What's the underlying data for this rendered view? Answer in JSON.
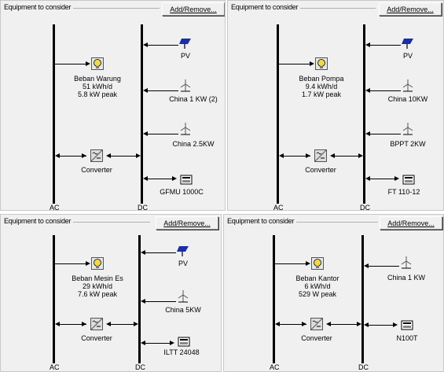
{
  "panels": [
    {
      "title": "Equipment to consider",
      "button": "Add/Remove...",
      "load": {
        "name": "Beban Warung",
        "energy": "51 kWh/d",
        "peak": "5.8 kW peak"
      },
      "pv": "PV",
      "turbines": [
        "China 1 KW (2)",
        "China 2.5KW"
      ],
      "converter": "Converter",
      "battery": "GFMU 1000C",
      "ac": "AC",
      "dc": "DC"
    },
    {
      "title": "Equipment to consider",
      "button": "Add/Remove...",
      "load": {
        "name": "Beban Pompa",
        "energy": "9.4 kWh/d",
        "peak": "1.7 kW peak"
      },
      "pv": "PV",
      "turbines": [
        "China 10KW",
        "BPPT 2KW"
      ],
      "converter": "Converter",
      "battery": "FT 110-12",
      "ac": "AC",
      "dc": "DC"
    },
    {
      "title": "Equipment to consider",
      "button": "Add/Remove...",
      "load": {
        "name": "Beban Mesin Es",
        "energy": "29 kWh/d",
        "peak": "7.6 kW peak"
      },
      "pv": "PV",
      "turbines": [
        "China 5KW"
      ],
      "converter": "Converter",
      "battery": "ILTT 24048",
      "ac": "AC",
      "dc": "DC"
    },
    {
      "title": "Equipment to consider",
      "button": "Add/Remove...",
      "load": {
        "name": "Beban Kantor",
        "energy": "6 kWh/d",
        "peak": "529 W peak"
      },
      "turbines": [
        "China 1 KW"
      ],
      "converter": "Converter",
      "battery": "N100T",
      "ac": "AC",
      "dc": "DC"
    }
  ],
  "colors": {
    "panel_bg": "#f0f0f0",
    "bus": "#000000",
    "pv_icon": "#1a2fa8",
    "load_icon": "#f2d64b"
  },
  "icons": {
    "load": "light-bulb-icon",
    "pv": "solar-panel-icon",
    "wind": "wind-turbine-icon",
    "converter": "converter-icon",
    "battery": "battery-icon"
  }
}
